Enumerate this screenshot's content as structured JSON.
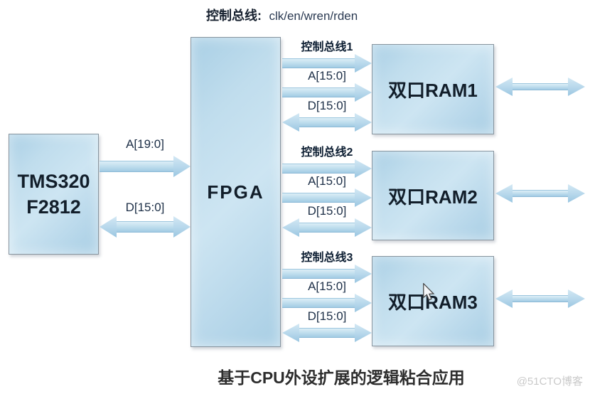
{
  "header": {
    "prefix": "控制总线:",
    "signals": "clk/en/wren/rden"
  },
  "cpu": {
    "name_line1": "TMS320",
    "name_line2": "F2812",
    "address_bus_label": "A[19:0]",
    "data_bus_label": "D[15:0]"
  },
  "fpga": {
    "name": "FPGA"
  },
  "bus_groups": [
    {
      "control": "控制总线1",
      "address": "A[15:0]",
      "data": "D[15:0]"
    },
    {
      "control": "控制总线2",
      "address": "A[15:0]",
      "data": "D[15:0]"
    },
    {
      "control": "控制总线3",
      "address": "A[15:0]",
      "data": "D[15:0]"
    }
  ],
  "rams": [
    {
      "label": "双口RAM1"
    },
    {
      "label": "双口RAM2"
    },
    {
      "label": "双口RAM3"
    }
  ],
  "caption": "基于CPU外设扩展的逻辑粘合应用",
  "watermark": "@51CTO博客",
  "colors": {
    "block_fill": "#bcdaec",
    "block_border": "#87949e",
    "arrow_fill": "#b9d9ec",
    "arrow_edge": "#8cb9d6",
    "text_dark": "#121e2a",
    "label_navy": "#1d2f47",
    "watermark_gray": "#c9c9c9"
  }
}
